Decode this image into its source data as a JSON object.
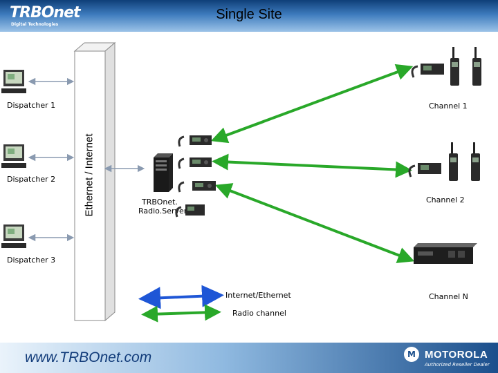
{
  "header": {
    "logo": "TRBOnet",
    "logo_tagline": "Digital Technologies",
    "title": "Single Site"
  },
  "bus": {
    "label": "Ethernet / Internet"
  },
  "dispatchers": [
    {
      "label": "Dispatcher 1"
    },
    {
      "label": "Dispatcher 2"
    },
    {
      "label": "Dispatcher 3"
    }
  ],
  "server": {
    "label_line1": "TRBOnet.",
    "label_line2": "Radio.Server"
  },
  "channels": [
    {
      "label": "Channel 1"
    },
    {
      "label": "Channel  2"
    },
    {
      "label": "Channel N"
    }
  ],
  "legend": {
    "internet": "Internet/Ethernet",
    "radio": "Radio channel"
  },
  "footer": {
    "url": "www.TRBOnet.com",
    "brand": "MOTOROLA",
    "brand_sub": "Authorized Reseller Dealer"
  },
  "colors": {
    "blue_link": "#1e56d6",
    "green_link": "#29a829",
    "header": "#1b4f8c"
  }
}
